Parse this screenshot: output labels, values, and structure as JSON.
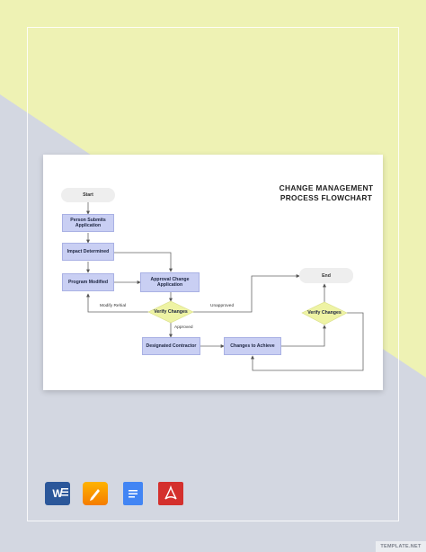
{
  "colors": {
    "background_yellow": "#eef2b4",
    "background_gray": "#d3d7e1",
    "process_fill": "#c9cff3",
    "decision_fill": "#eef3a4",
    "terminal_fill": "#eeeeee"
  },
  "flowchart": {
    "title_line1": "CHANGE MANAGEMENT",
    "title_line2": "PROCESS FLOWCHART",
    "nodes": {
      "start": "Start",
      "person_submits": "Person Submits Application",
      "impact_determined": "Impact Determined",
      "program_modified": "Program Modified",
      "approval_change": "Approval Change Application",
      "verify_changes_1": "Verify Changes",
      "designated_contractor": "Designated Contractor",
      "changes_to_achieve": "Changes to Achieve",
      "verify_changes_2": "Verify Changes",
      "end": "End"
    },
    "edge_labels": {
      "modify_rehial": "Modify Rehial",
      "unapproved": "Unapproved",
      "approved": "Approved"
    }
  },
  "formats": {
    "icons": [
      "word-icon",
      "pages-icon",
      "google-docs-icon",
      "pdf-icon"
    ],
    "word_glyph": "W"
  },
  "watermark": "TEMPLATE.NET"
}
